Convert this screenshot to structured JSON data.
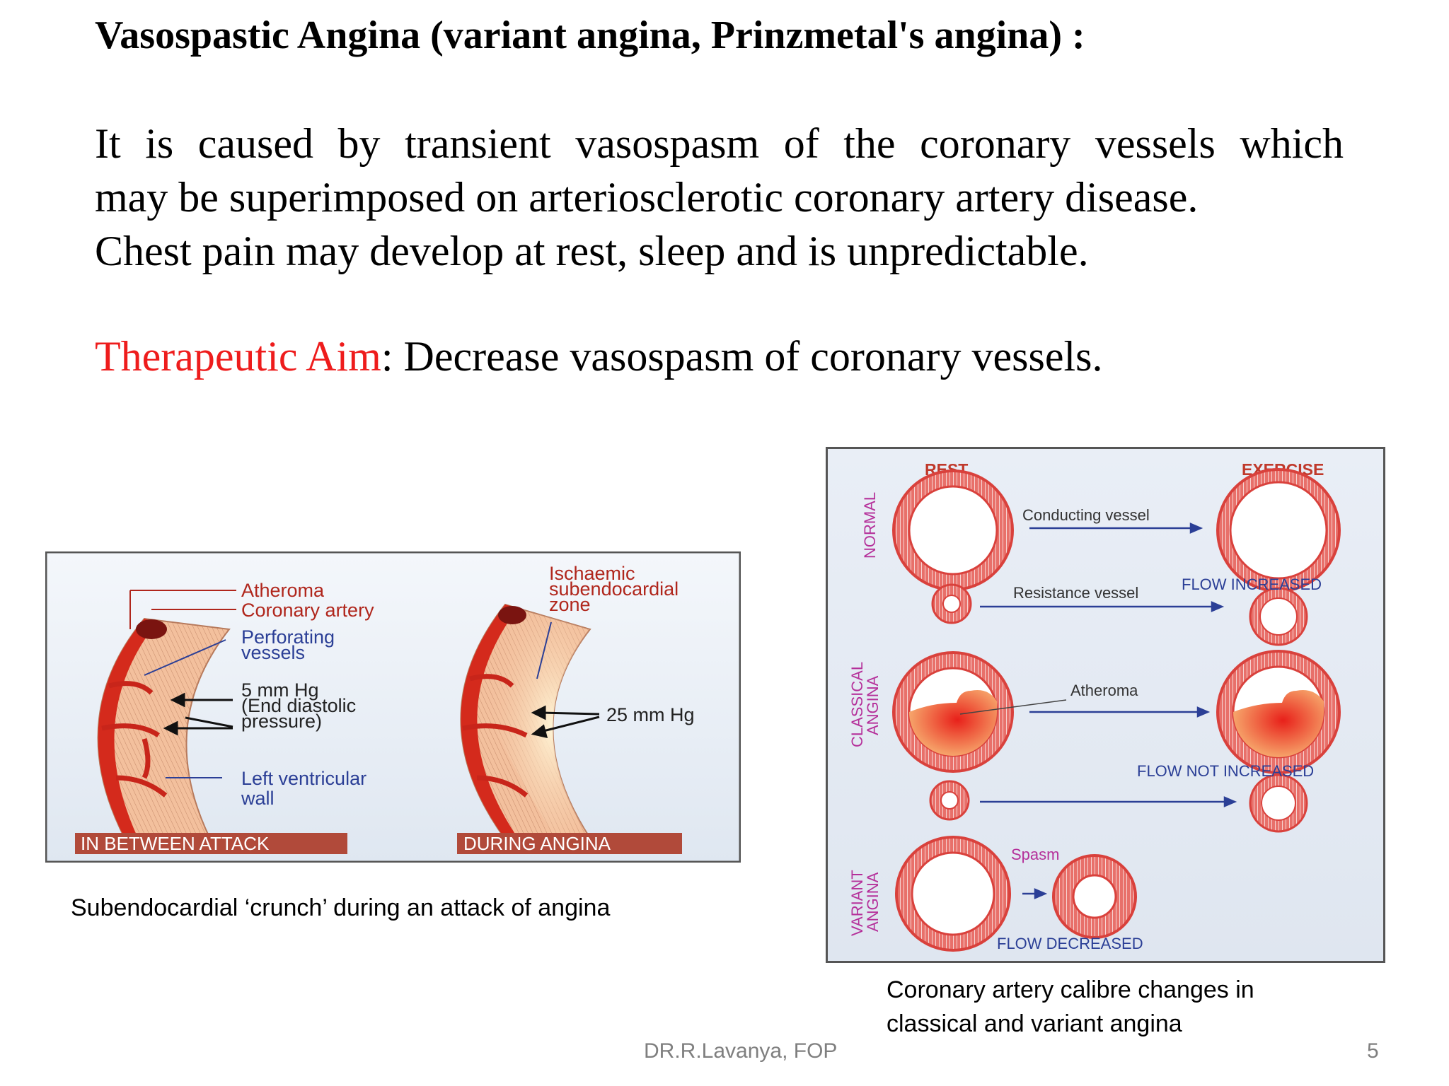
{
  "slide": {
    "title": "Vasospastic Angina (variant angina, Prinzmetal's angina) :",
    "paragraph_lines": [
      " It is caused by transient vasospasm of the coronary vessels  which",
      "may be superimposed on arteriosclerotic coronary artery disease.",
      "Chest pain may develop at rest, sleep and is unpredictable."
    ],
    "aim_label": "Therapeutic Aim",
    "aim_text": ": Decrease vasospasm of coronary vessels.",
    "footer": "DR.R.Lavanya, FOP",
    "page_number": "5"
  },
  "figure_left": {
    "labels": {
      "atheroma": "Atheroma",
      "coronary_artery": "Coronary artery",
      "perforating_1": "Perforating",
      "perforating_2": "vessels",
      "pressure_1": "5 mm Hg",
      "pressure_2": "(End diastolic",
      "pressure_3": "pressure)",
      "lv_1": "Left ventricular",
      "lv_2": "wall",
      "isch_1": "Ischaemic",
      "isch_2": "subendocardial",
      "isch_3": "zone",
      "pressure_during": "25 mm Hg",
      "banner_between": "IN BETWEEN ATTACK",
      "banner_during": "DURING ANGINA"
    },
    "caption": "Subendocardial ‘crunch’ during an attack of angina",
    "colors": {
      "artery": "#d42a1c",
      "wall": "#f2b894",
      "label_red": "#b0261c",
      "label_blue": "#2b3f96",
      "banner": "#b14a3a"
    }
  },
  "figure_right": {
    "labels": {
      "rest": "REST",
      "exercise": "EXERCISE",
      "normal": "NORMAL",
      "classical_1": "CLASSICAL",
      "classical_2": "ANGINA",
      "variant_1": "VARIANT",
      "variant_2": "ANGINA",
      "conducting": "Conducting vessel",
      "resistance": "Resistance vessel",
      "flow_increased": "FLOW INCREASED",
      "atheroma": "Atheroma",
      "flow_not": "FLOW  NOT INCREASED",
      "spasm": "Spasm",
      "flow_decreased": "FLOW DECREASED"
    },
    "caption_lines": [
      "Coronary artery calibre changes in",
      "classical and variant angina"
    ],
    "colors": {
      "header": "#c0392b",
      "side": "#b5309a",
      "flow": "#2b3f96",
      "ring": "#d9413c"
    }
  }
}
